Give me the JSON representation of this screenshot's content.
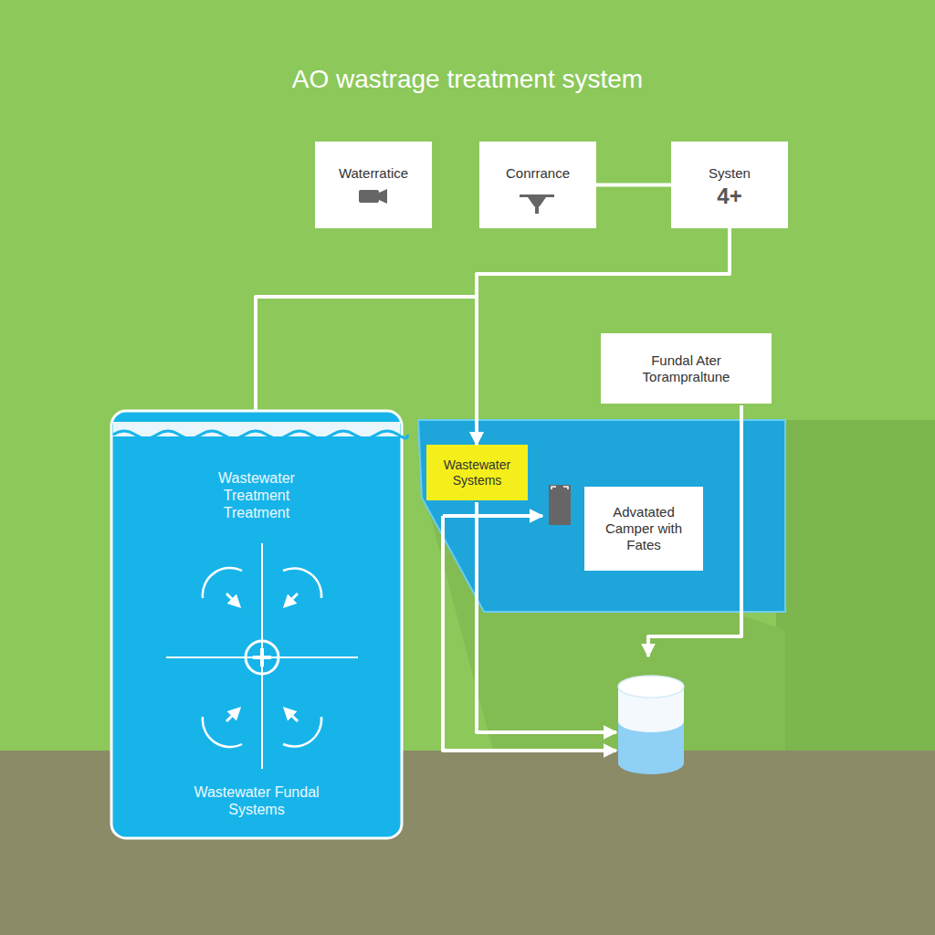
{
  "diagram": {
    "title": "AO wastrage treatment system",
    "nodes": [
      {
        "text": [
          "Waterratice"
        ]
      },
      {
        "text": [
          "Conrrance"
        ]
      },
      {
        "text": [
          "Systen",
          "4+"
        ]
      },
      {
        "text": [
          "Fundal Ater Torampraltune"
        ]
      },
      {
        "text": [
          "Wastewater Treatment Treatment",
          "Wastewater Fundal Systems"
        ]
      },
      {
        "text": [
          "Wastewater Systems"
        ]
      },
      {
        "text": [
          "Advatated Camper with Fates"
        ]
      }
    ],
    "edges": [
      {
        "from": 1,
        "to": 2,
        "arrow": "none"
      },
      {
        "from": 2,
        "to": 5,
        "arrow": "to"
      },
      {
        "from": 4,
        "to": 5,
        "arrow": "to"
      }
    ]
  }
}
